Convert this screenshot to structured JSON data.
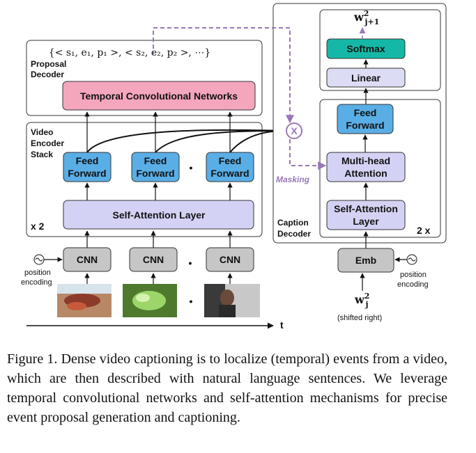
{
  "proposal": {
    "formula": "{< s₁, e₁, p₁ >, < s₂, e₂, p₂ >, ⋯}",
    "label_line1": "Proposal",
    "label_line2": "Decoder",
    "tcn_label": "Temporal Convolutional Networks"
  },
  "encoder": {
    "label_line1": "Video",
    "label_line2": "Encoder",
    "label_line3": "Stack",
    "repeat": "x 2",
    "ff_line1": "Feed",
    "ff_line2": "Forward",
    "self_attention": "Self-Attention Layer",
    "cnn": "CNN",
    "dot": "•",
    "position_line1": "position",
    "position_line2": "encoding",
    "time_label": "t"
  },
  "caption_decoder": {
    "output_main": "w",
    "output_sup": "2",
    "output_sub": "j+1",
    "softmax": "Softmax",
    "linear": "Linear",
    "ff_line1": "Feed",
    "ff_line2": "Forward",
    "mha_line1": "Multi-head",
    "mha_line2": "Attention",
    "sa_line1": "Self-Attention",
    "sa_line2": "Layer",
    "label_line1": "Caption",
    "label_line2": "Decoder",
    "repeat": "2 x",
    "masking": "Masking",
    "mask_symbol": "X",
    "emb": "Emb",
    "position_line1": "position",
    "position_line2": "encoding",
    "input_main": "w",
    "input_sup": "2",
    "input_sub": "j",
    "shifted": "(shifted right)"
  },
  "colors": {
    "tcn": "#f4a6bd",
    "feed_forward": "#5aaee6",
    "attention": "#d4d2f4",
    "softmax": "#15b8a6",
    "linear": "#dcdcf4",
    "cnn": "#c6c6c6",
    "masking": "#9a76b8"
  },
  "figure_caption": "Figure 1. Dense video captioning is to localize (temporal) events from a video, which are then described with natural language sentences. We leverage temporal convolutional networks and self-attention mechanisms for precise event proposal generation and captioning."
}
